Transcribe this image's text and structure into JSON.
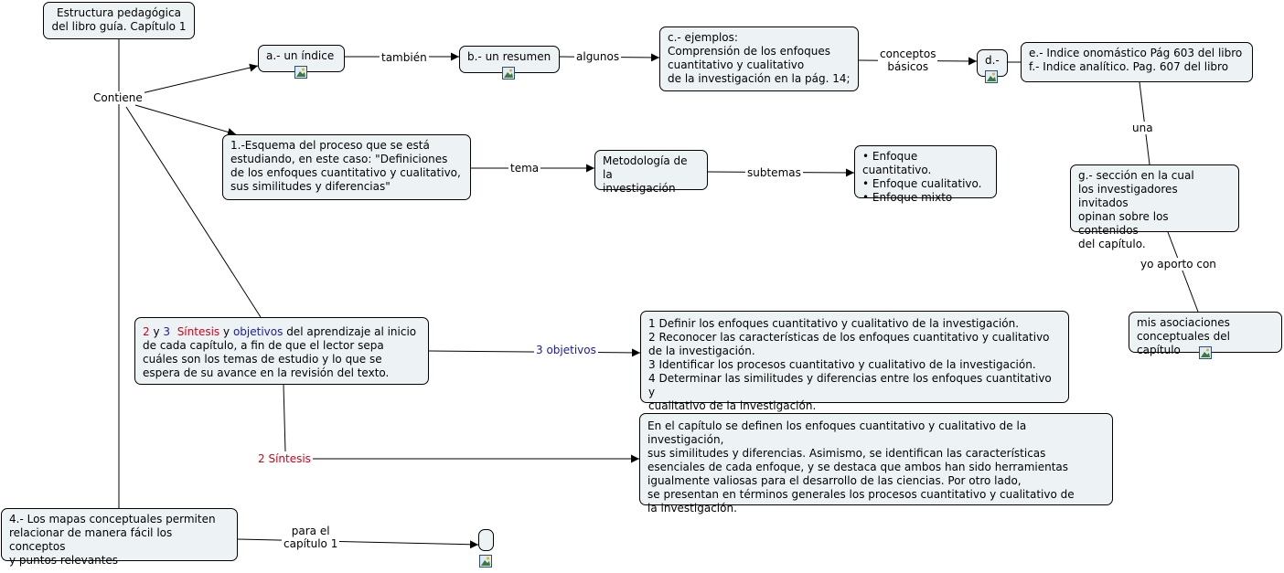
{
  "map": {
    "root": "Estructura pedagógica\ndel libro guía. Capítulo 1",
    "contiene": "Contiene",
    "indice": "a.- un índice",
    "tambien": "también",
    "resumen": "b.- un resumen",
    "algunos": "algunos",
    "ejemplos": "c.- ejemplos:\nComprensión de los enfoques\ncuantitativo y cualitativo\nde la investigación en la pág. 14;",
    "conceptos": "conceptos\nbásicos",
    "d": "d.-",
    "indices_ef": "e.- Indice onomástico Pág 603 del libro\nf.- Indice analítico. Pag. 607 del libro",
    "una": "una",
    "seccion_g": "g.- sección en la cual\nlos investigadores invitados\nopinan sobre los contenidos\ndel capítulo.",
    "yo_aporto": "yo aporto con",
    "asociaciones": "mis asociaciones\nconceptuales del capítulo",
    "esquema": "1.-Esquema del proceso que se está\nestudiando, en este caso: \"Definiciones\nde los enfoques cuantitativo y cualitativo,\nsus similitudes y diferencias\"",
    "tema": "tema",
    "metodologia": "Metodología de la\ninvestigación",
    "subtemas": "subtemas",
    "enfoques": [
      "Enfoque cuantitativo.",
      "Enfoque cualitativo.",
      "Enfoque mixto"
    ],
    "sintesis_node": {
      "n2": "2",
      "y1": "y",
      "n3": "3",
      "sintesis": "Síntesis",
      "y2": "y",
      "objetivos": "objetivos",
      "rest": "del aprendizaje al inicio de cada capítulo, a fin de que el lector sepa cuáles son los temas de estudio y lo que se espera de su avance en la revisión del texto."
    },
    "tres_objetivos": "3 objetivos",
    "objetivos_list": "1 Definir los enfoques cuantitativo y cualitativo de la investigación.\n2 Reconocer las características de los enfoques cuantitativo y cualitativo\nde la investigación.\n3 Identificar los procesos cuantitativo y cualitativo de la investigación.\n4 Determinar las similitudes y diferencias entre los enfoques cuantitativo y\ncualitativo de la investigación.",
    "dos_sintesis": "2 Síntesis",
    "sintesis_text": "En el capítulo se definen los enfoques cuantitativo y cualitativo de la investigación,\nsus similitudes y diferencias. Asimismo, se identifican las características\nesenciales de cada enfoque, y se destaca que ambos han sido herramientas\nigualmente valiosas para el desarrollo de las ciencias. Por otro lado,\nse presentan en términos generales los procesos cuantitativo y cualitativo de\nla investigación.",
    "mapas": "4.- Los mapas conceptuales permiten\nrelacionar de manera fácil los conceptos\ny puntos relevantes",
    "para_el": "para el\ncapítulo 1",
    "empty_node": ""
  },
  "colors": {
    "node_fill": "#edf3f5",
    "red": "#d0021b",
    "blue": "#1a1aa6"
  },
  "icons": [
    "image-icon"
  ]
}
